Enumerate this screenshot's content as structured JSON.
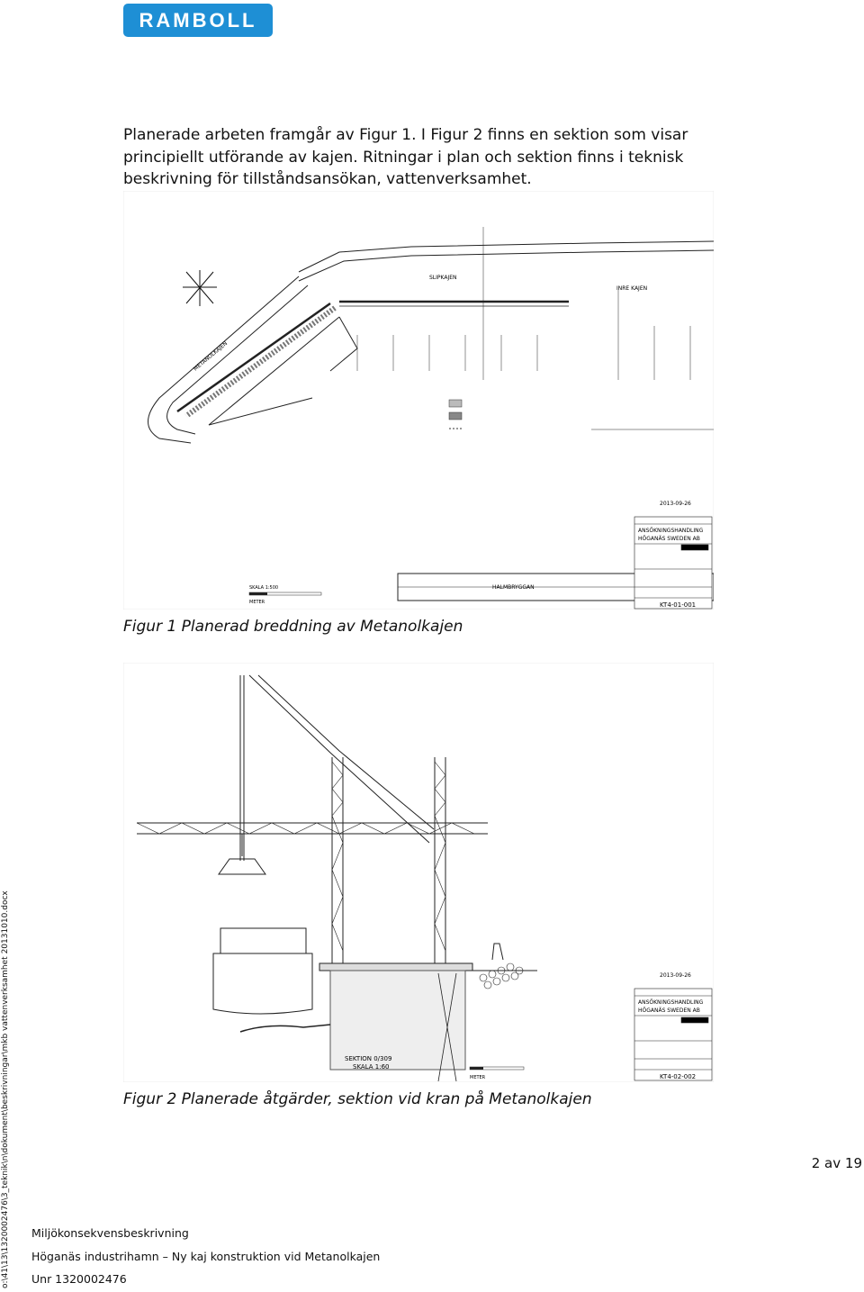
{
  "logo": {
    "text": "RAMBOLL"
  },
  "intro": {
    "lines": [
      "Planerade arbeten framgår av Figur 1. I Figur 2 finns en sektion som visar",
      "principiellt utförande av kajen. Ritningar i plan och sektion finns i teknisk",
      "beskrivning för tillståndsansökan, vattenverksamhet."
    ]
  },
  "figure1": {
    "caption": "Figur 1 Planerad breddning av Metanolkajen",
    "labels": {
      "slip": "SLIPKAJEN",
      "inner": "INRE KAJEN",
      "metanol": "METANOLKAJEN",
      "halmbryggan": "HALMBRYGGAN",
      "date": "2013-09-26",
      "application": "ANSÖKNINGSHANDLING",
      "company": "HÖGANÄS SWEDEN AB",
      "drawing_no": "KT4-01-001",
      "scale": "SKALA 1:500",
      "unit": "METER"
    }
  },
  "figure2": {
    "caption": "Figur 2 Planerade åtgärder, sektion vid kran på Metanolkajen",
    "labels": {
      "section": "SEKTION 0/309",
      "scale": "SKALA 1:60",
      "date": "2013-09-26",
      "application": "ANSÖKNINGSHANDLING",
      "company": "HÖGANÄS SWEDEN AB",
      "drawing_no": "KT4-02-002",
      "unit": "METER"
    }
  },
  "page": {
    "number": "2 av 19"
  },
  "sidebar": {
    "path": "o:\\41\\13\\1320002476\\3_teknik\\n\\dokument\\beskrivningar\\mkb vattenverksamhet 20131010.docx"
  },
  "footer": {
    "line1": "Miljökonsekvensbeskrivning",
    "line2": "Höganäs industrihamn – Ny kaj konstruktion vid Metanolkajen",
    "line3": "Unr 1320002476"
  }
}
